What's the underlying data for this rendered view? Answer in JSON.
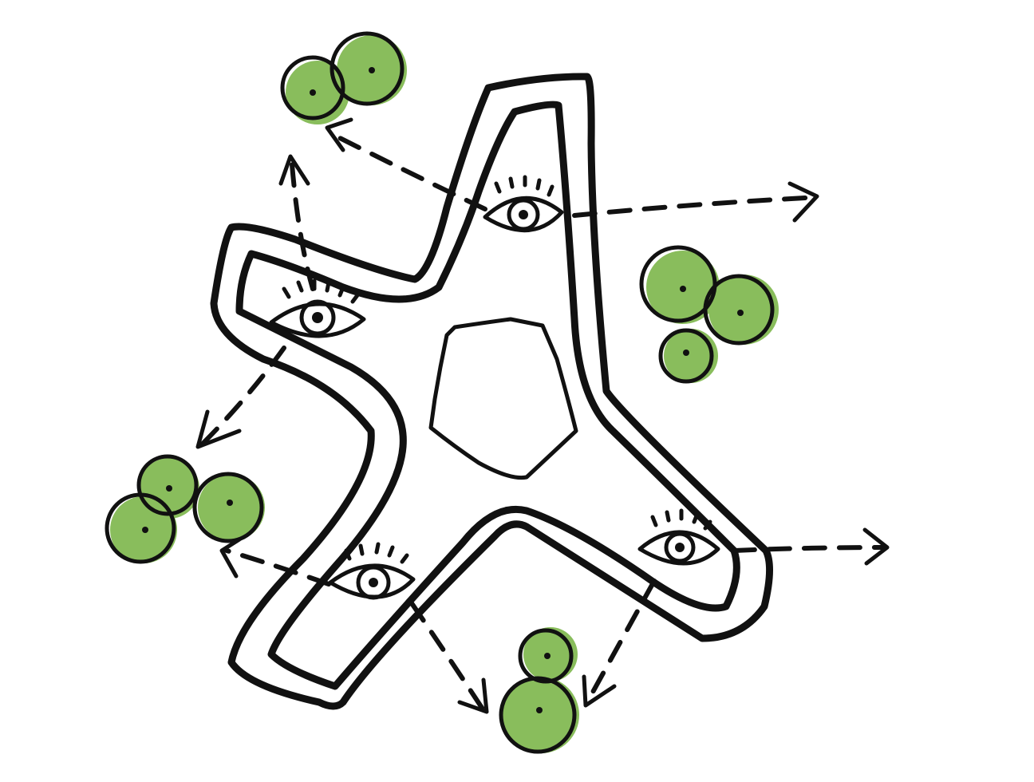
{
  "colors": {
    "ink": "#111111",
    "tree_fill": "#89bd5c",
    "background": "#ffffff"
  },
  "elements": {
    "star_shape": "star-shaped building with inner courtyard",
    "eyes": [
      "eye-icon",
      "eye-icon",
      "eye-icon",
      "eye-icon"
    ],
    "tree_clusters": [
      "tree-cluster",
      "tree-cluster",
      "tree-cluster",
      "tree-cluster"
    ],
    "arrows": [
      "view-arrow",
      "view-arrow",
      "view-arrow",
      "view-arrow",
      "view-arrow",
      "view-arrow",
      "view-arrow",
      "view-arrow"
    ]
  }
}
